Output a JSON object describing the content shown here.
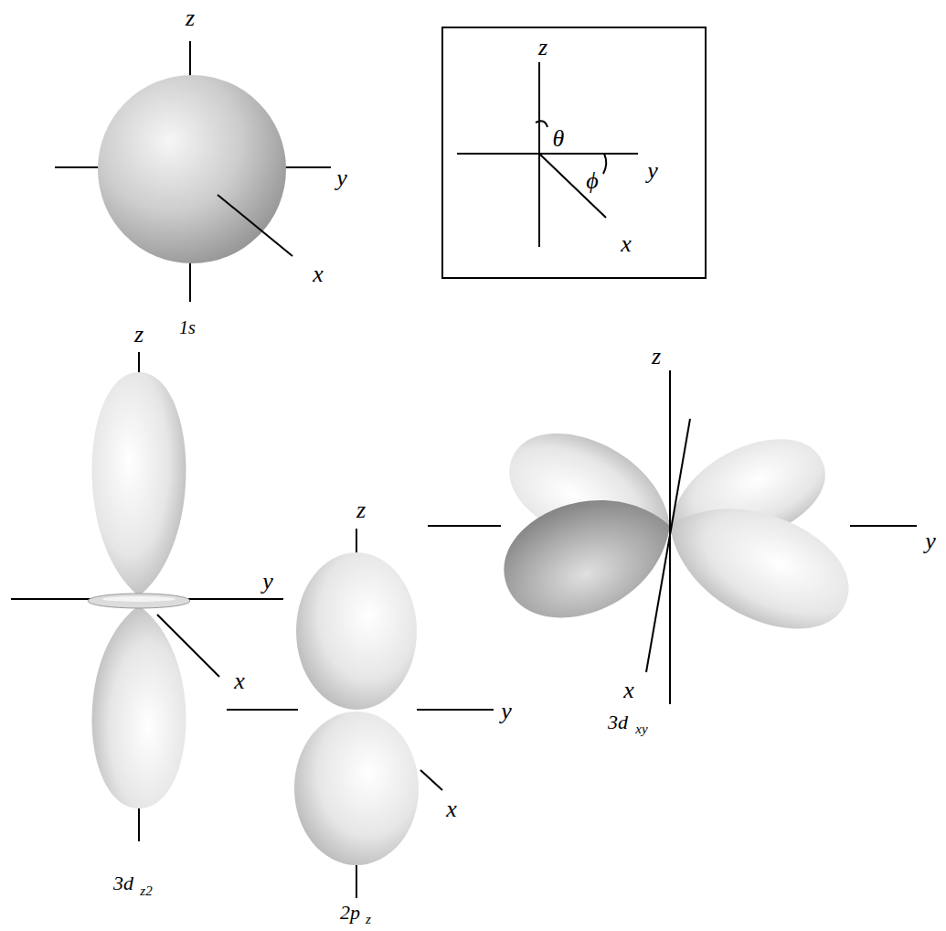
{
  "diagram": {
    "nodes": [
      {
        "text": [
          "z",
          "θ",
          "y",
          "ϕ",
          "x"
        ]
      }
    ],
    "labels": [
      "z",
      "y",
      "x",
      "1s",
      "z",
      "y",
      "x",
      "3d",
      "z2",
      "z",
      "y",
      "x",
      "2p",
      "z",
      "z",
      "x",
      "3d",
      "xy",
      "y"
    ]
  }
}
